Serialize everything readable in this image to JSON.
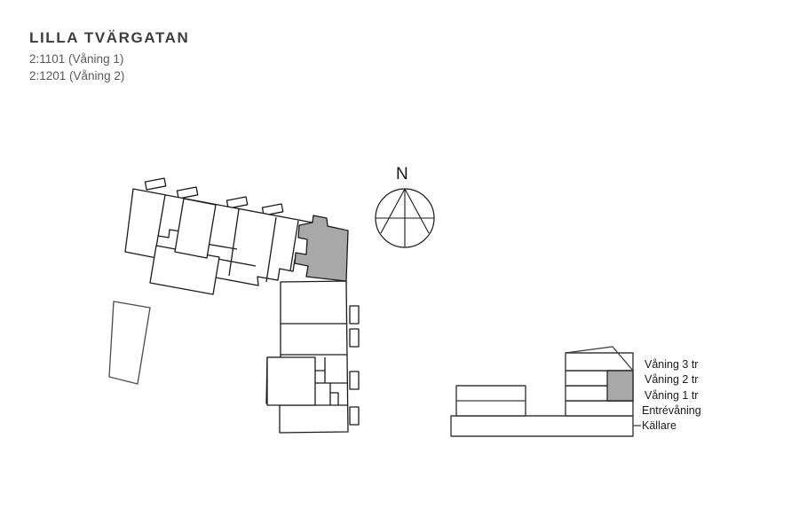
{
  "header": {
    "title": "LILLA TVÄRGATAN",
    "subtitle_lines": [
      "2:1101 (Våning 1)",
      "2:1201 (Våning 2)"
    ]
  },
  "compass": {
    "north_label": "N"
  },
  "elevation": {
    "floor_labels": [
      "Våning 3 tr",
      "Våning 2 tr",
      "Våning 1 tr",
      "Entrévåning",
      "Källare"
    ]
  },
  "colors": {
    "highlight_fill": "#a8a8a8",
    "outline": "#1a1a1a",
    "title_text": "#3d3d3d",
    "subtitle_text": "#5a5a5a",
    "background": "#ffffff"
  },
  "plan": {
    "description": "L-shaped apartment building footprint with highlighted unit",
    "highlighted_unit": "corner unit at inner angle of the L"
  }
}
